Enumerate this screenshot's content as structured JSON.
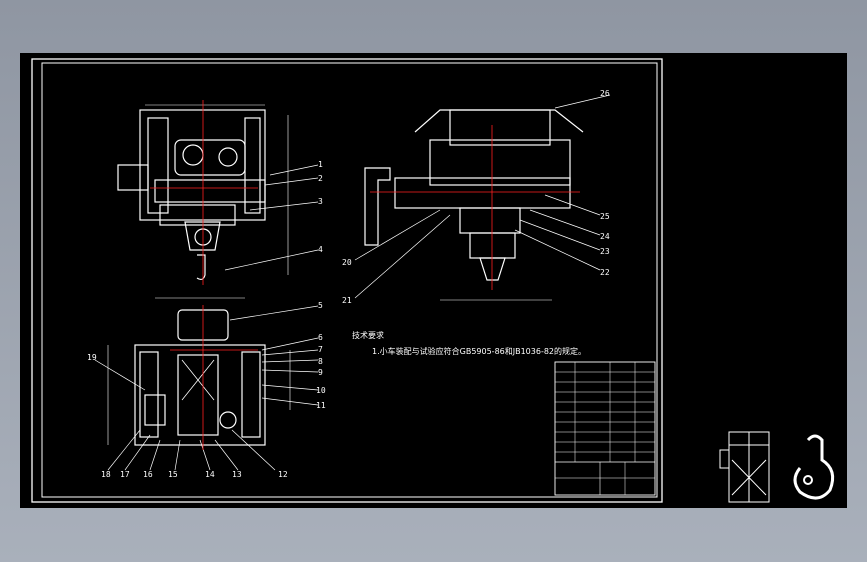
{
  "drawing": {
    "notes_title": "技术要求",
    "notes_line": "1.小车装配与试验应符合GB5905-86和JB1036-82的规定。",
    "callouts": [
      "1",
      "2",
      "3",
      "4",
      "5",
      "6",
      "7",
      "8",
      "9",
      "10",
      "11",
      "12",
      "13",
      "14",
      "15",
      "16",
      "17",
      "18",
      "19",
      "20",
      "21",
      "22",
      "23",
      "24",
      "25",
      "26"
    ]
  },
  "colors": {
    "line": "#ffffff",
    "center": "#ff2020",
    "background": "#000000"
  }
}
